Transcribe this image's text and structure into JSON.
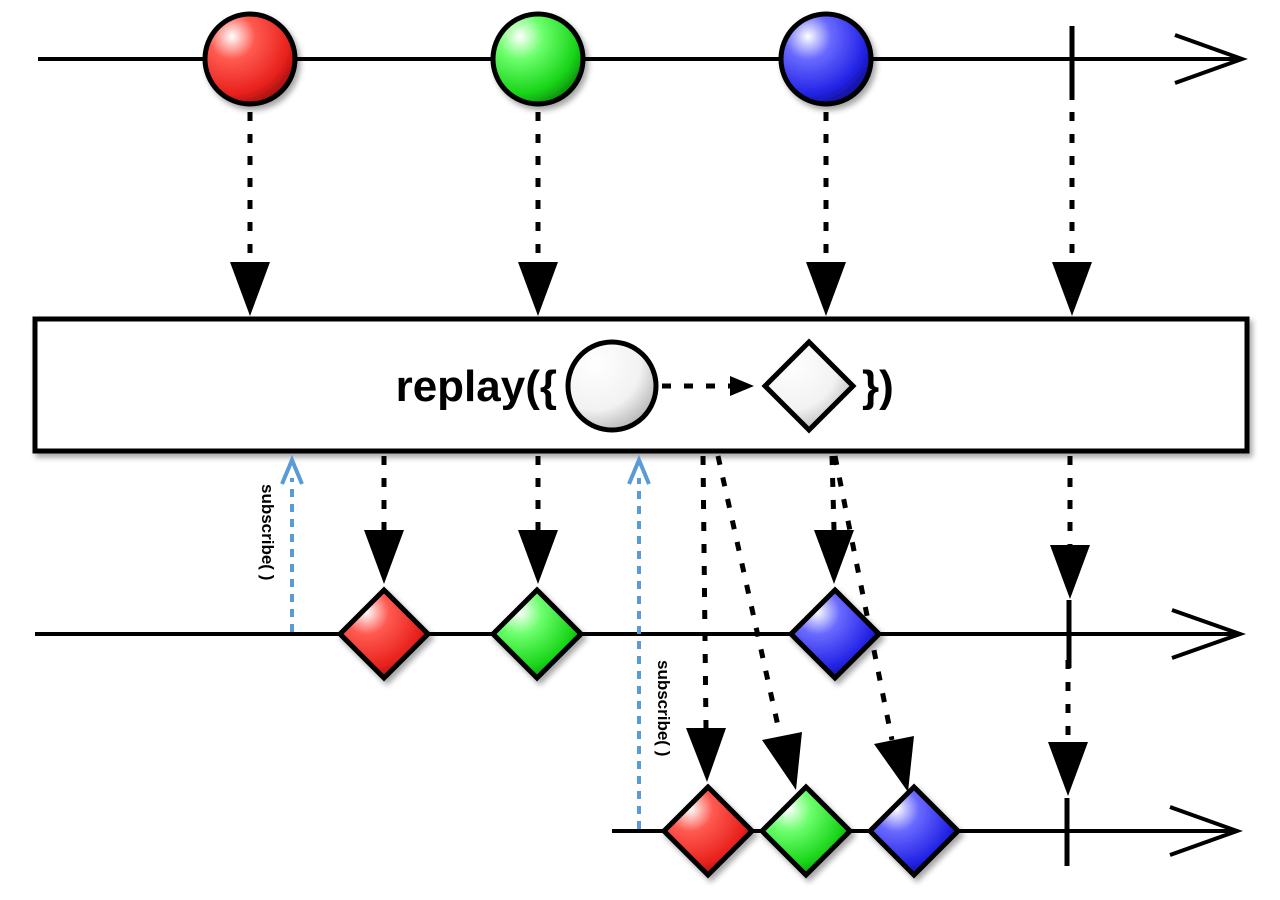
{
  "operator": {
    "label_prefix": "replay({",
    "label_suffix": "})"
  },
  "subscribe_label": "subscribe( )",
  "colors": {
    "red": "#e8211c",
    "green": "#18d418",
    "blue": "#2323e6",
    "subscribe_arrow": "#5b9bd5",
    "line": "#000000"
  },
  "source_items": [
    {
      "color": "red"
    },
    {
      "color": "green"
    },
    {
      "color": "blue"
    }
  ],
  "first_subscriber_items": [
    {
      "color": "red"
    },
    {
      "color": "green"
    },
    {
      "color": "blue"
    }
  ],
  "second_subscriber_items": [
    {
      "color": "red"
    },
    {
      "color": "green"
    },
    {
      "color": "blue"
    }
  ]
}
